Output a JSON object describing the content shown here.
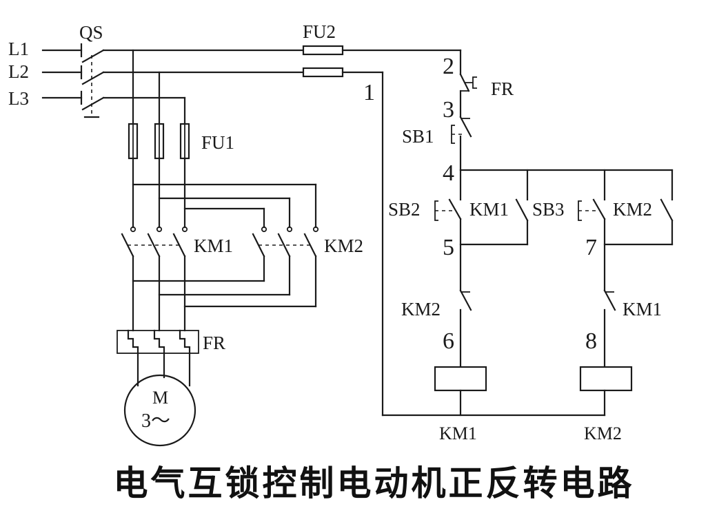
{
  "caption": "电气互锁控制电动机正反转电路",
  "labels": {
    "L1": "L1",
    "L2": "L2",
    "L3": "L3",
    "QS": "QS",
    "FU1": "FU1",
    "FU2": "FU2",
    "KM1_main": "KM1",
    "KM2_main": "KM2",
    "FR_main": "FR",
    "FR_ctrl": "FR",
    "motor_M": "M",
    "motor_phase": "3～",
    "SB1": "SB1",
    "SB2": "SB2",
    "SB3": "SB3",
    "KM1_hold": "KM1",
    "KM2_hold": "KM2",
    "KM2_interlock": "KM2",
    "KM1_interlock": "KM1",
    "KM1_coil": "KM1",
    "KM2_coil": "KM2"
  },
  "nodes": {
    "n1": "1",
    "n2": "2",
    "n3": "3",
    "n4": "4",
    "n5": "5",
    "n6": "6",
    "n7": "7",
    "n8": "8"
  }
}
